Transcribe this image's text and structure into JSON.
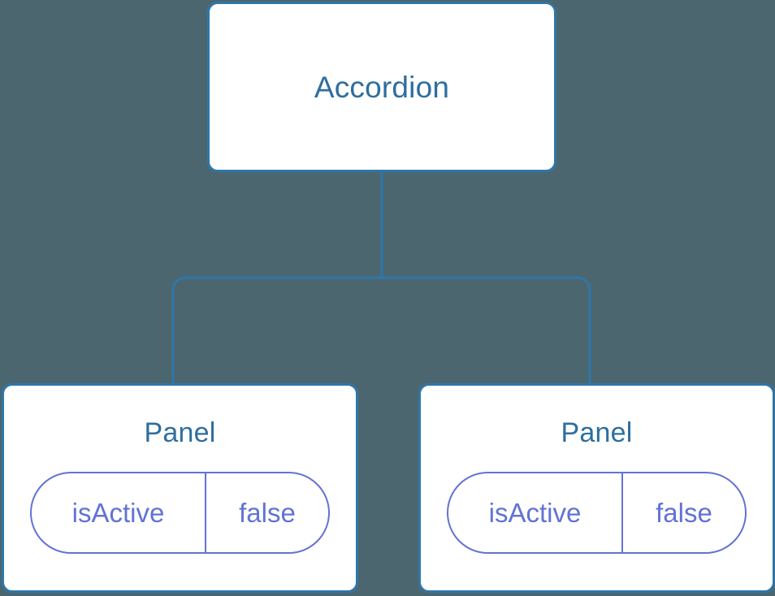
{
  "diagram": {
    "type": "component-tree",
    "background_color": "#4c6670",
    "node_border_color": "#2e77a8",
    "node_fill_color": "#ffffff",
    "node_title_color": "#2e6e9e",
    "prop_color": "#6272d4",
    "connector_color": "#2e77a8",
    "root": {
      "title": "Accordion"
    },
    "children": [
      {
        "title": "Panel",
        "props": [
          {
            "key": "isActive",
            "value": "false"
          }
        ]
      },
      {
        "title": "Panel",
        "props": [
          {
            "key": "isActive",
            "value": "false"
          }
        ]
      }
    ]
  }
}
